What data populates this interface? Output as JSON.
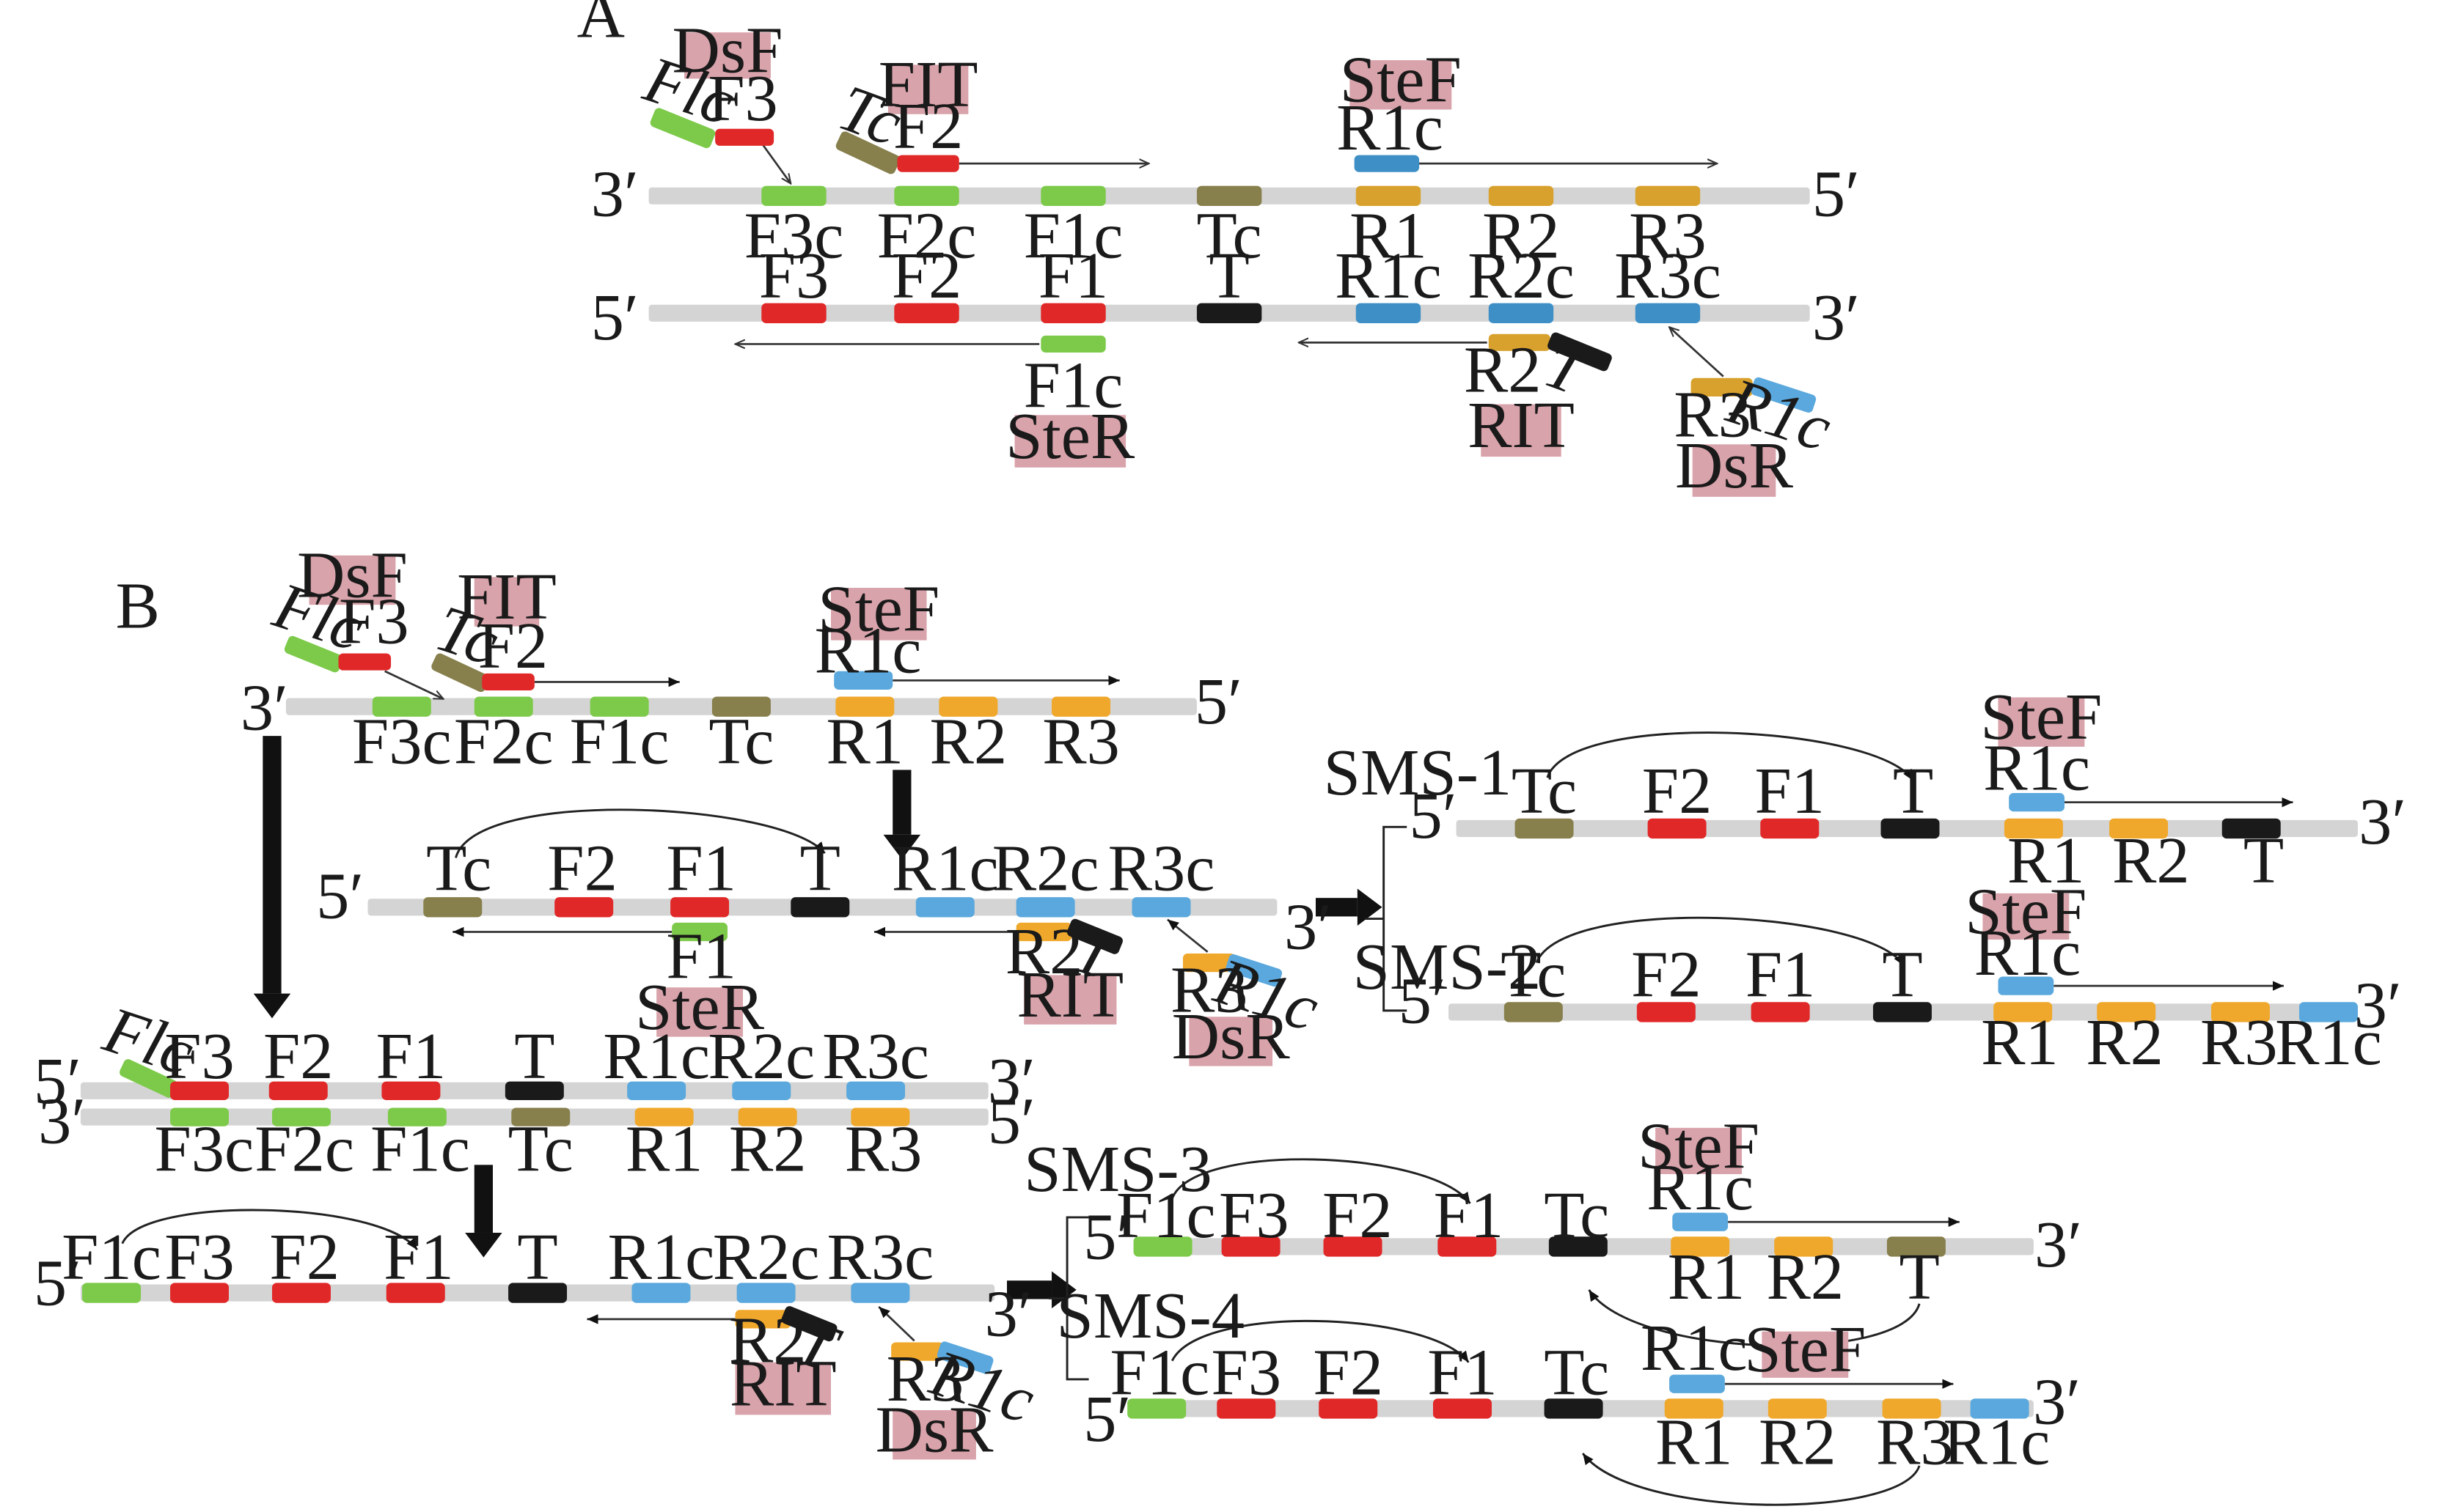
{
  "panels": {
    "a": {
      "letter": "A"
    },
    "b": {
      "letter": "B"
    }
  },
  "primers": {
    "dsf": "DsF",
    "fit": "FIT",
    "stef": "SteF",
    "ster": "SteR",
    "rit": "RIT",
    "dsr": "DsR"
  },
  "ends": {
    "three": "3′",
    "five": "5′"
  },
  "regions": {
    "f1c": "F1c",
    "f2c": "F2c",
    "f3c": "F3c",
    "f1": "F1",
    "f2": "F2",
    "f3": "F3",
    "r1": "R1",
    "r2": "R2",
    "r3": "R3",
    "r1c": "R1c",
    "r2c": "R2c",
    "r3c": "R3c",
    "t": "T",
    "tc": "Tc",
    "flc_tag": "Flc",
    "r1c_tag": "R1c"
  },
  "products": {
    "sms1": "SMS-1",
    "sms2": "SMS-2",
    "sms3": "SMS-3",
    "sms4": "SMS-4"
  },
  "colors": {
    "strand": "#d4d4d4",
    "green": "#7dca4a",
    "red": "#e12828",
    "olive": "#877f4c",
    "orange": "#f0a82c",
    "orange_dark": "#d8a12d",
    "blue": "#5aa8dd",
    "blue_dark": "#3d8fc6",
    "black": "#1a1a1a",
    "label_box": "#d9a3ab"
  }
}
